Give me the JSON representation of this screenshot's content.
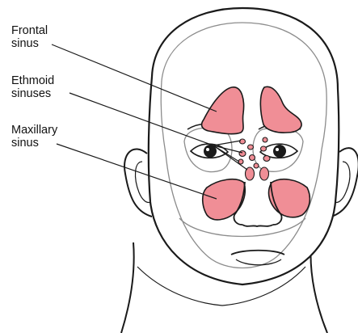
{
  "labels": {
    "frontal": "Frontal\nsinus",
    "ethmoid": "Ethmoid\nsinuses",
    "maxillary": "Maxillary\nsinus"
  },
  "colors": {
    "sinus_fill": "#f08e96",
    "outline": "#1a1a1a",
    "skull_outline": "#7a7a7a",
    "background": "#ffffff"
  }
}
